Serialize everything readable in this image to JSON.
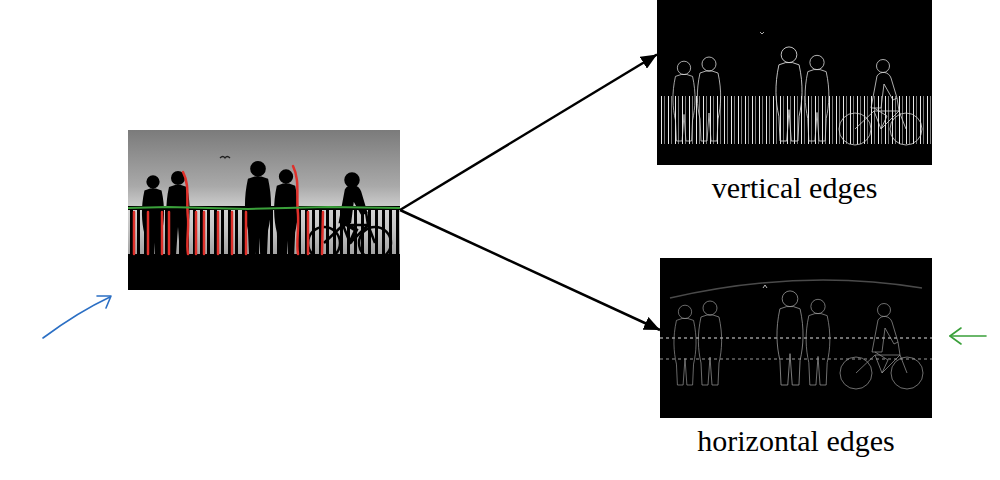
{
  "diagram": {
    "nodes": [
      {
        "text": []
      },
      {
        "text": [
          "vertical edges"
        ]
      },
      {
        "text": [
          "horizontal edges"
        ]
      }
    ],
    "edges": [
      {
        "from": 0,
        "to": 1,
        "arrow": "to"
      },
      {
        "from": 0,
        "to": 2,
        "arrow": "to"
      }
    ]
  }
}
